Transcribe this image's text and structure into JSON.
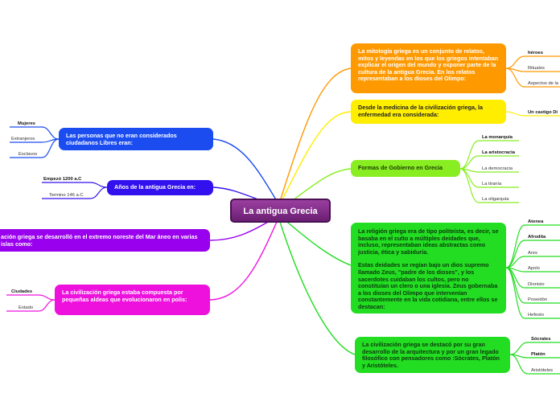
{
  "diagram": {
    "central_topic": "La antigua Grecia",
    "colors": {
      "central": "#7b2a84",
      "orange": "#ff9900",
      "yellow": "#ffee00",
      "lime": "#88ee22",
      "green": "#22dd22",
      "blue": "#1a4cf0",
      "indigo": "#3311ee",
      "purple": "#9900ee",
      "magenta": "#ee11dd"
    },
    "right": [
      {
        "id": "mitologia",
        "text": "La mitología griega es un conjunto de relatos, mitos y leyendas en los que los griegos intentaban explicar el origen del mundo y exponer parte de la cultura de la antigua Grecia. En los relatos representaban a los dioses del Olimpo:",
        "children": [
          "héroes",
          "Rituales",
          "Aspectos de la"
        ]
      },
      {
        "id": "medicina",
        "text": "Desde la medicina de la civilización griega, la enfermedad era considerada:",
        "children": [
          "Un castigo Di"
        ]
      },
      {
        "id": "gobierno",
        "text": "Formas de Gobierno en Grecia",
        "children": [
          "La monarquía",
          "La aristocracia",
          "La democracia",
          "La tiranía",
          "La oligarquía"
        ]
      },
      {
        "id": "religion",
        "paragraphs": [
          "La religión griega era de tipo politeísta, es decir, se basaba en el culto a múltiples deidades que, incluso, representaban ideas abstractas como justicia, ética y sabiduría.",
          "Estas deidades se regían bajo un dios supremo llamado Zeus, \"padre de los dioses\", y los sacerdotes cuidaban los cultos, pero no constituían un clero o una iglesia. Zeus gobernaba a los dioses del Olimpo que intervenían constantemente en la vida cotidiana, entre ellos se destacan:"
        ],
        "children": [
          "Atenea",
          "Afrodita",
          "Ares",
          "Apolo",
          "Dionisio",
          "Poseidón",
          "Hefesto"
        ]
      },
      {
        "id": "filosofia",
        "text": "La civilización griega se destacó por su gran desarrollo de la arquitectura y por un gran legado filosófico con pensadores como :Sócrates, Platón y Aristóteles.",
        "children": [
          "Sócrates",
          "Platón",
          "Aristóteles"
        ]
      }
    ],
    "left": [
      {
        "id": "personas",
        "text": "Las personas que no eran considerados ciudadanos Libres eran:",
        "children": [
          "Mujeres",
          "Extranjeros",
          "Esclavos"
        ]
      },
      {
        "id": "anos",
        "text": "Años de la antigua Grecia en:",
        "children": [
          "Empezó 1200 a.C",
          "Termino 146 a.C"
        ]
      },
      {
        "id": "ubicacion",
        "text": "ación griega se desarrolló en el extremo noreste del Mar áneo en varias islas como:",
        "children": []
      },
      {
        "id": "polis",
        "text": "La civilización griega estaba compuesta por pequeñas aldeas que evolucionaron en polis:",
        "children": [
          "Ciudades",
          "Estado"
        ]
      }
    ]
  }
}
